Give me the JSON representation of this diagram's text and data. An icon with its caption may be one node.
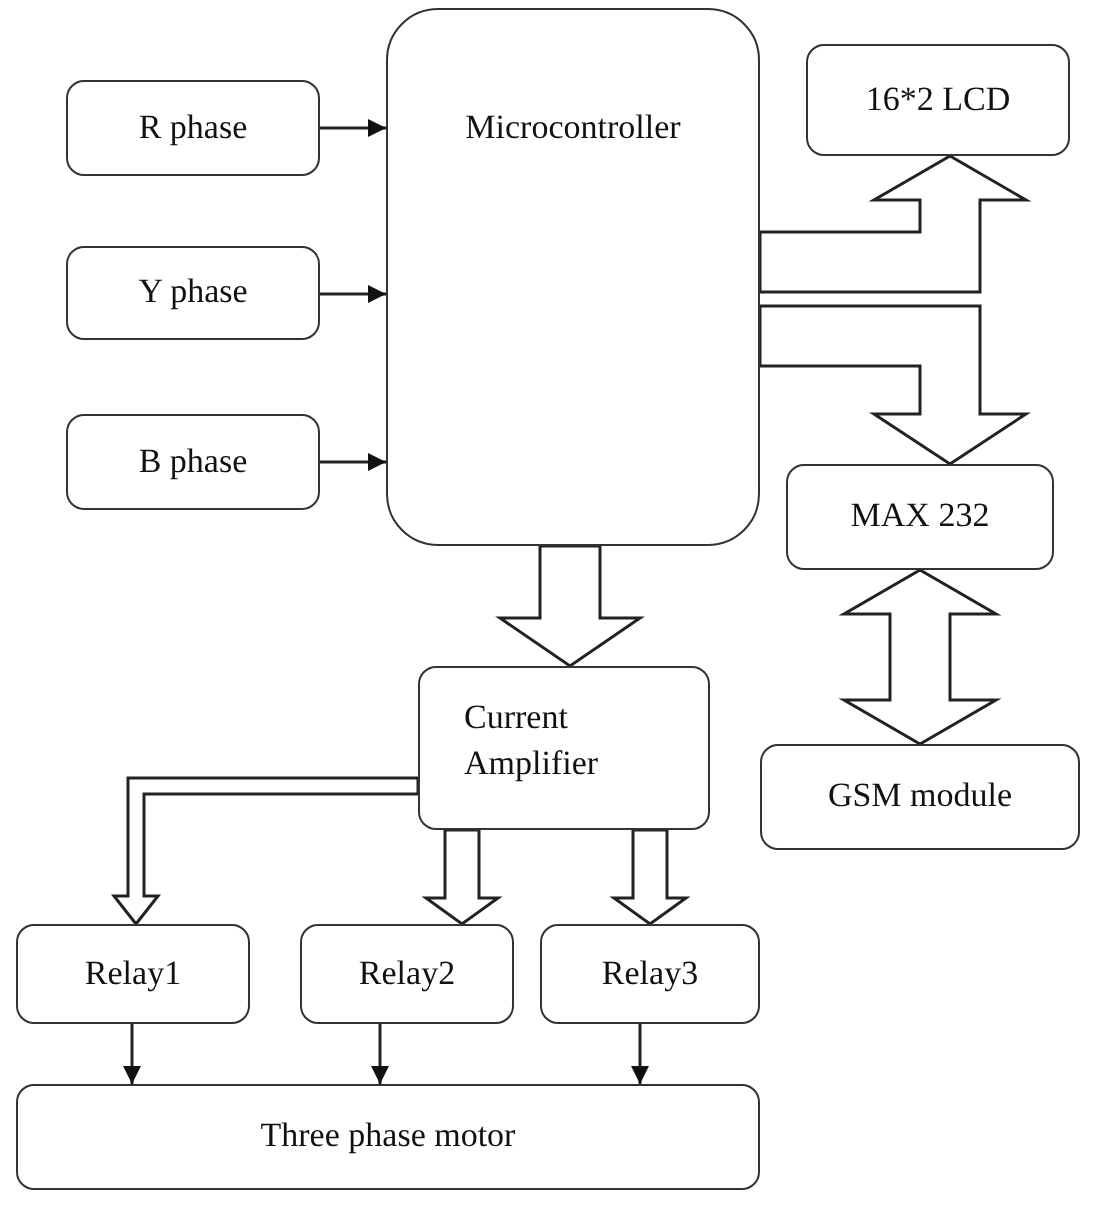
{
  "diagram": {
    "nodes": [
      {
        "text": [
          "R phase"
        ]
      },
      {
        "text": [
          "Y phase"
        ]
      },
      {
        "text": [
          "B phase"
        ]
      },
      {
        "text": [
          "Microcontroller"
        ]
      },
      {
        "text": [
          "16*2 LCD"
        ]
      },
      {
        "text": [
          "MAX 232"
        ]
      },
      {
        "text": [
          "GSM module"
        ]
      },
      {
        "text": [
          "Current Amplifier"
        ]
      },
      {
        "text": [
          "Relay1"
        ]
      },
      {
        "text": [
          "Relay2"
        ]
      },
      {
        "text": [
          "Relay3"
        ]
      },
      {
        "text": [
          "Three phase motor"
        ]
      }
    ],
    "edges": [
      {
        "from": 0,
        "to": 3,
        "arrow": "to"
      },
      {
        "from": 1,
        "to": 3,
        "arrow": "to"
      },
      {
        "from": 2,
        "to": 3,
        "arrow": "to"
      },
      {
        "from": 3,
        "to": 4,
        "arrow": "to",
        "style": "thick"
      },
      {
        "from": 3,
        "to": 5,
        "arrow": "to",
        "style": "thick"
      },
      {
        "from": 5,
        "to": 6,
        "arrow": "both",
        "style": "thick"
      },
      {
        "from": 3,
        "to": 7,
        "arrow": "to",
        "style": "thick"
      },
      {
        "from": 7,
        "to": 8,
        "arrow": "to",
        "style": "thick"
      },
      {
        "from": 7,
        "to": 9,
        "arrow": "to",
        "style": "thick"
      },
      {
        "from": 7,
        "to": 10,
        "arrow": "to",
        "style": "thick"
      },
      {
        "from": 8,
        "to": 11,
        "arrow": "to"
      },
      {
        "from": 9,
        "to": 11,
        "arrow": "to"
      },
      {
        "from": 10,
        "to": 11,
        "arrow": "to"
      }
    ]
  }
}
